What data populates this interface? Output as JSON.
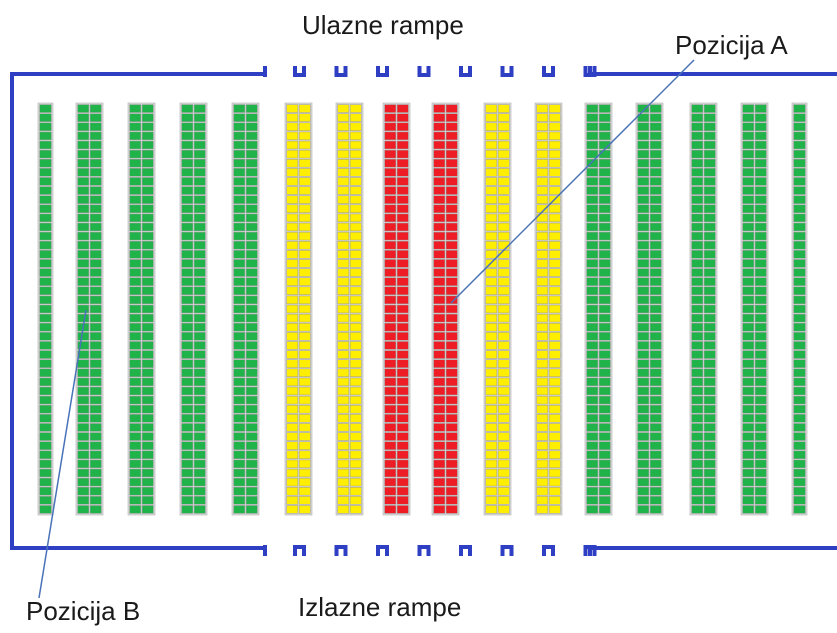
{
  "labels": {
    "inbound_ramps": "Ulazne rampe",
    "outbound_ramps": "Izlazne rampe",
    "position_a": "Pozicija A",
    "position_b": "Pozicija B"
  },
  "colors": {
    "wall": "#2f3fc4",
    "green": "#20b34a",
    "yellow": "#ffee00",
    "red": "#ee1c24",
    "cell_border": "#9a9a9a",
    "leader": "#4a72b8"
  },
  "ramps": {
    "top_count": 8,
    "bottom_count": 8
  },
  "racks": [
    {
      "zone": "green",
      "columns": 1
    },
    {
      "zone": "green",
      "columns": 2
    },
    {
      "zone": "green",
      "columns": 2
    },
    {
      "zone": "green",
      "columns": 2
    },
    {
      "zone": "green",
      "columns": 2
    },
    {
      "zone": "yellow",
      "columns": 2
    },
    {
      "zone": "yellow",
      "columns": 2
    },
    {
      "zone": "red",
      "columns": 2
    },
    {
      "zone": "red",
      "columns": 2
    },
    {
      "zone": "yellow",
      "columns": 2
    },
    {
      "zone": "yellow",
      "columns": 2
    },
    {
      "zone": "green",
      "columns": 2
    },
    {
      "zone": "green",
      "columns": 2
    },
    {
      "zone": "green",
      "columns": 2
    },
    {
      "zone": "green",
      "columns": 2
    },
    {
      "zone": "green",
      "columns": 1
    }
  ]
}
